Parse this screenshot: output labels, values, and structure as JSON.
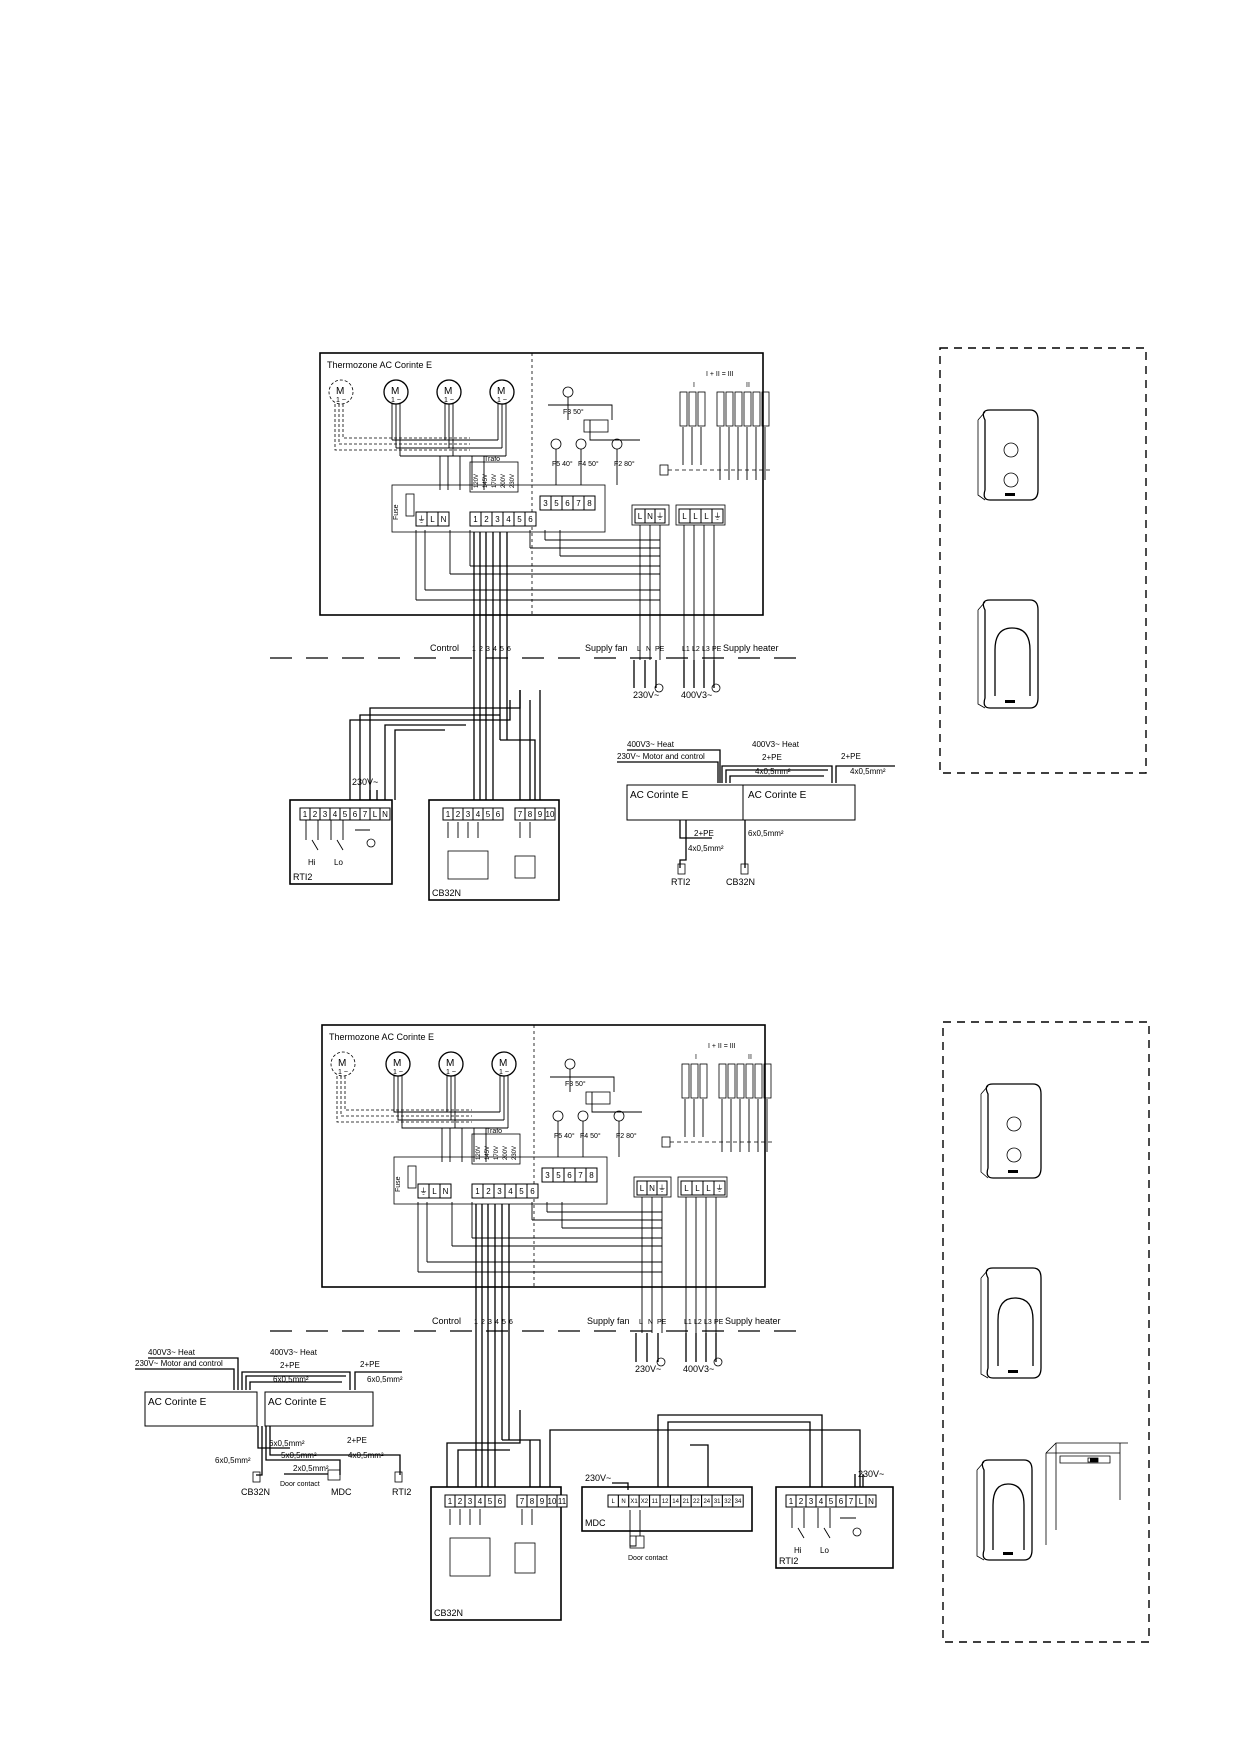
{
  "diagram1": {
    "unit_title": "Thermozone AC Corinte E",
    "motor_symbol": "M",
    "motor_phase": "1 ~",
    "trafo_label": "Trafo",
    "trafo_taps": [
      "120V",
      "145V",
      "170V",
      "200V",
      "230V"
    ],
    "fuse_label": "Fuse",
    "thermostats": [
      "F3\n50°",
      "F5\n40°",
      "F4\n50°",
      "F2\n80°"
    ],
    "heater_caption": "I + II = III",
    "heater_groups": [
      "I",
      "II"
    ],
    "term_main": [
      "⏚",
      "L",
      "N"
    ],
    "term_ctrl": [
      "1",
      "2",
      "3",
      "4",
      "5",
      "6"
    ],
    "term_aux": [
      "3",
      "5",
      "6",
      "7",
      "8"
    ],
    "term_fan": [
      "L",
      "N",
      "⏚"
    ],
    "term_heat": [
      "L",
      "L",
      "L",
      "⏚"
    ],
    "label_control": "Control",
    "control_nums": [
      "1",
      "2",
      "3",
      "4",
      "5",
      "6"
    ],
    "label_supply_fan": "Supply fan",
    "supply_fan_terms": [
      "L",
      "N",
      "PE"
    ],
    "supply_heater_terms": [
      "L1",
      "L2",
      "L3",
      "PE"
    ],
    "label_supply_heater": "Supply heater",
    "voltage_fan": "230V~",
    "voltage_heat": "400V3~",
    "rti2": {
      "voltage": "230V~",
      "terminals": [
        "1",
        "2",
        "3",
        "4",
        "5",
        "6",
        "7",
        "L",
        "N"
      ],
      "hi": "Hi",
      "lo": "Lo",
      "name": "RTI2"
    },
    "cb32n": {
      "terminals_a": [
        "1",
        "2",
        "3",
        "4",
        "5",
        "6"
      ],
      "terminals_b": [
        "7",
        "8",
        "9",
        "10"
      ],
      "name": "CB32N"
    },
    "connection": {
      "heat_left": "400V3~ Heat",
      "motor_control": "230V~ Motor and control",
      "heat_right": "400V3~ Heat",
      "pe_2": "2+PE",
      "cable_4x": "4x0,5mm²",
      "pe_2_right": "2+PE",
      "cable_4x_right": "4x0,5mm²",
      "unit_a": "AC Corinte E",
      "unit_b": "AC Corinte E",
      "pe_down": "2+PE",
      "cable_6x": "6x0,5mm²",
      "cable_4x_down": "4x0,5mm²",
      "ctrl_rti2": "RTI2",
      "ctrl_cb32n": "CB32N"
    }
  },
  "diagram2": {
    "unit_title": "Thermozone AC Corinte E",
    "label_control": "Control",
    "label_supply_fan": "Supply fan",
    "label_supply_heater": "Supply heater",
    "voltage_fan": "230V~",
    "voltage_heat": "400V3~",
    "connection": {
      "heat_left": "400V3~ Heat",
      "motor_control": "230V~ Motor and control",
      "heat_right": "400V3~ Heat",
      "pe_2": "2+PE",
      "pe_2_right": "2+PE",
      "cable_6x_top": "6x0,5mm²",
      "cable_6x_right": "6x0,5mm²",
      "unit_a": "AC Corinte E",
      "unit_b": "AC Corinte E",
      "pe_down": "2+PE",
      "cable_6x_left": "6x0,5mm²",
      "cable_5x": "5x0,5mm²",
      "cable_4x": "4x0,5mm²",
      "cable_2x": "2x0,5mm²",
      "door_contact": "Door contact",
      "ctrl_cb32n": "CB32N",
      "ctrl_mdc": "MDC",
      "ctrl_rti2": "RTI2"
    },
    "mdc": {
      "voltage": "230V~",
      "terminals": [
        "L",
        "N",
        "X1",
        "X2",
        "11",
        "12",
        "14",
        "21",
        "22",
        "24",
        "31",
        "32",
        "34"
      ],
      "name": "MDC",
      "door_contact": "Door contact"
    },
    "rti2": {
      "voltage": "230V~",
      "terminals": [
        "1",
        "2",
        "3",
        "4",
        "5",
        "6",
        "7",
        "L",
        "N"
      ],
      "hi": "Hi",
      "lo": "Lo",
      "name": "RTI2"
    },
    "cb32n": {
      "terminals_a": [
        "1",
        "2",
        "3",
        "4",
        "5",
        "6"
      ],
      "terminals_b": [
        "7",
        "8",
        "9",
        "10",
        "11"
      ],
      "name": "CB32N"
    }
  }
}
